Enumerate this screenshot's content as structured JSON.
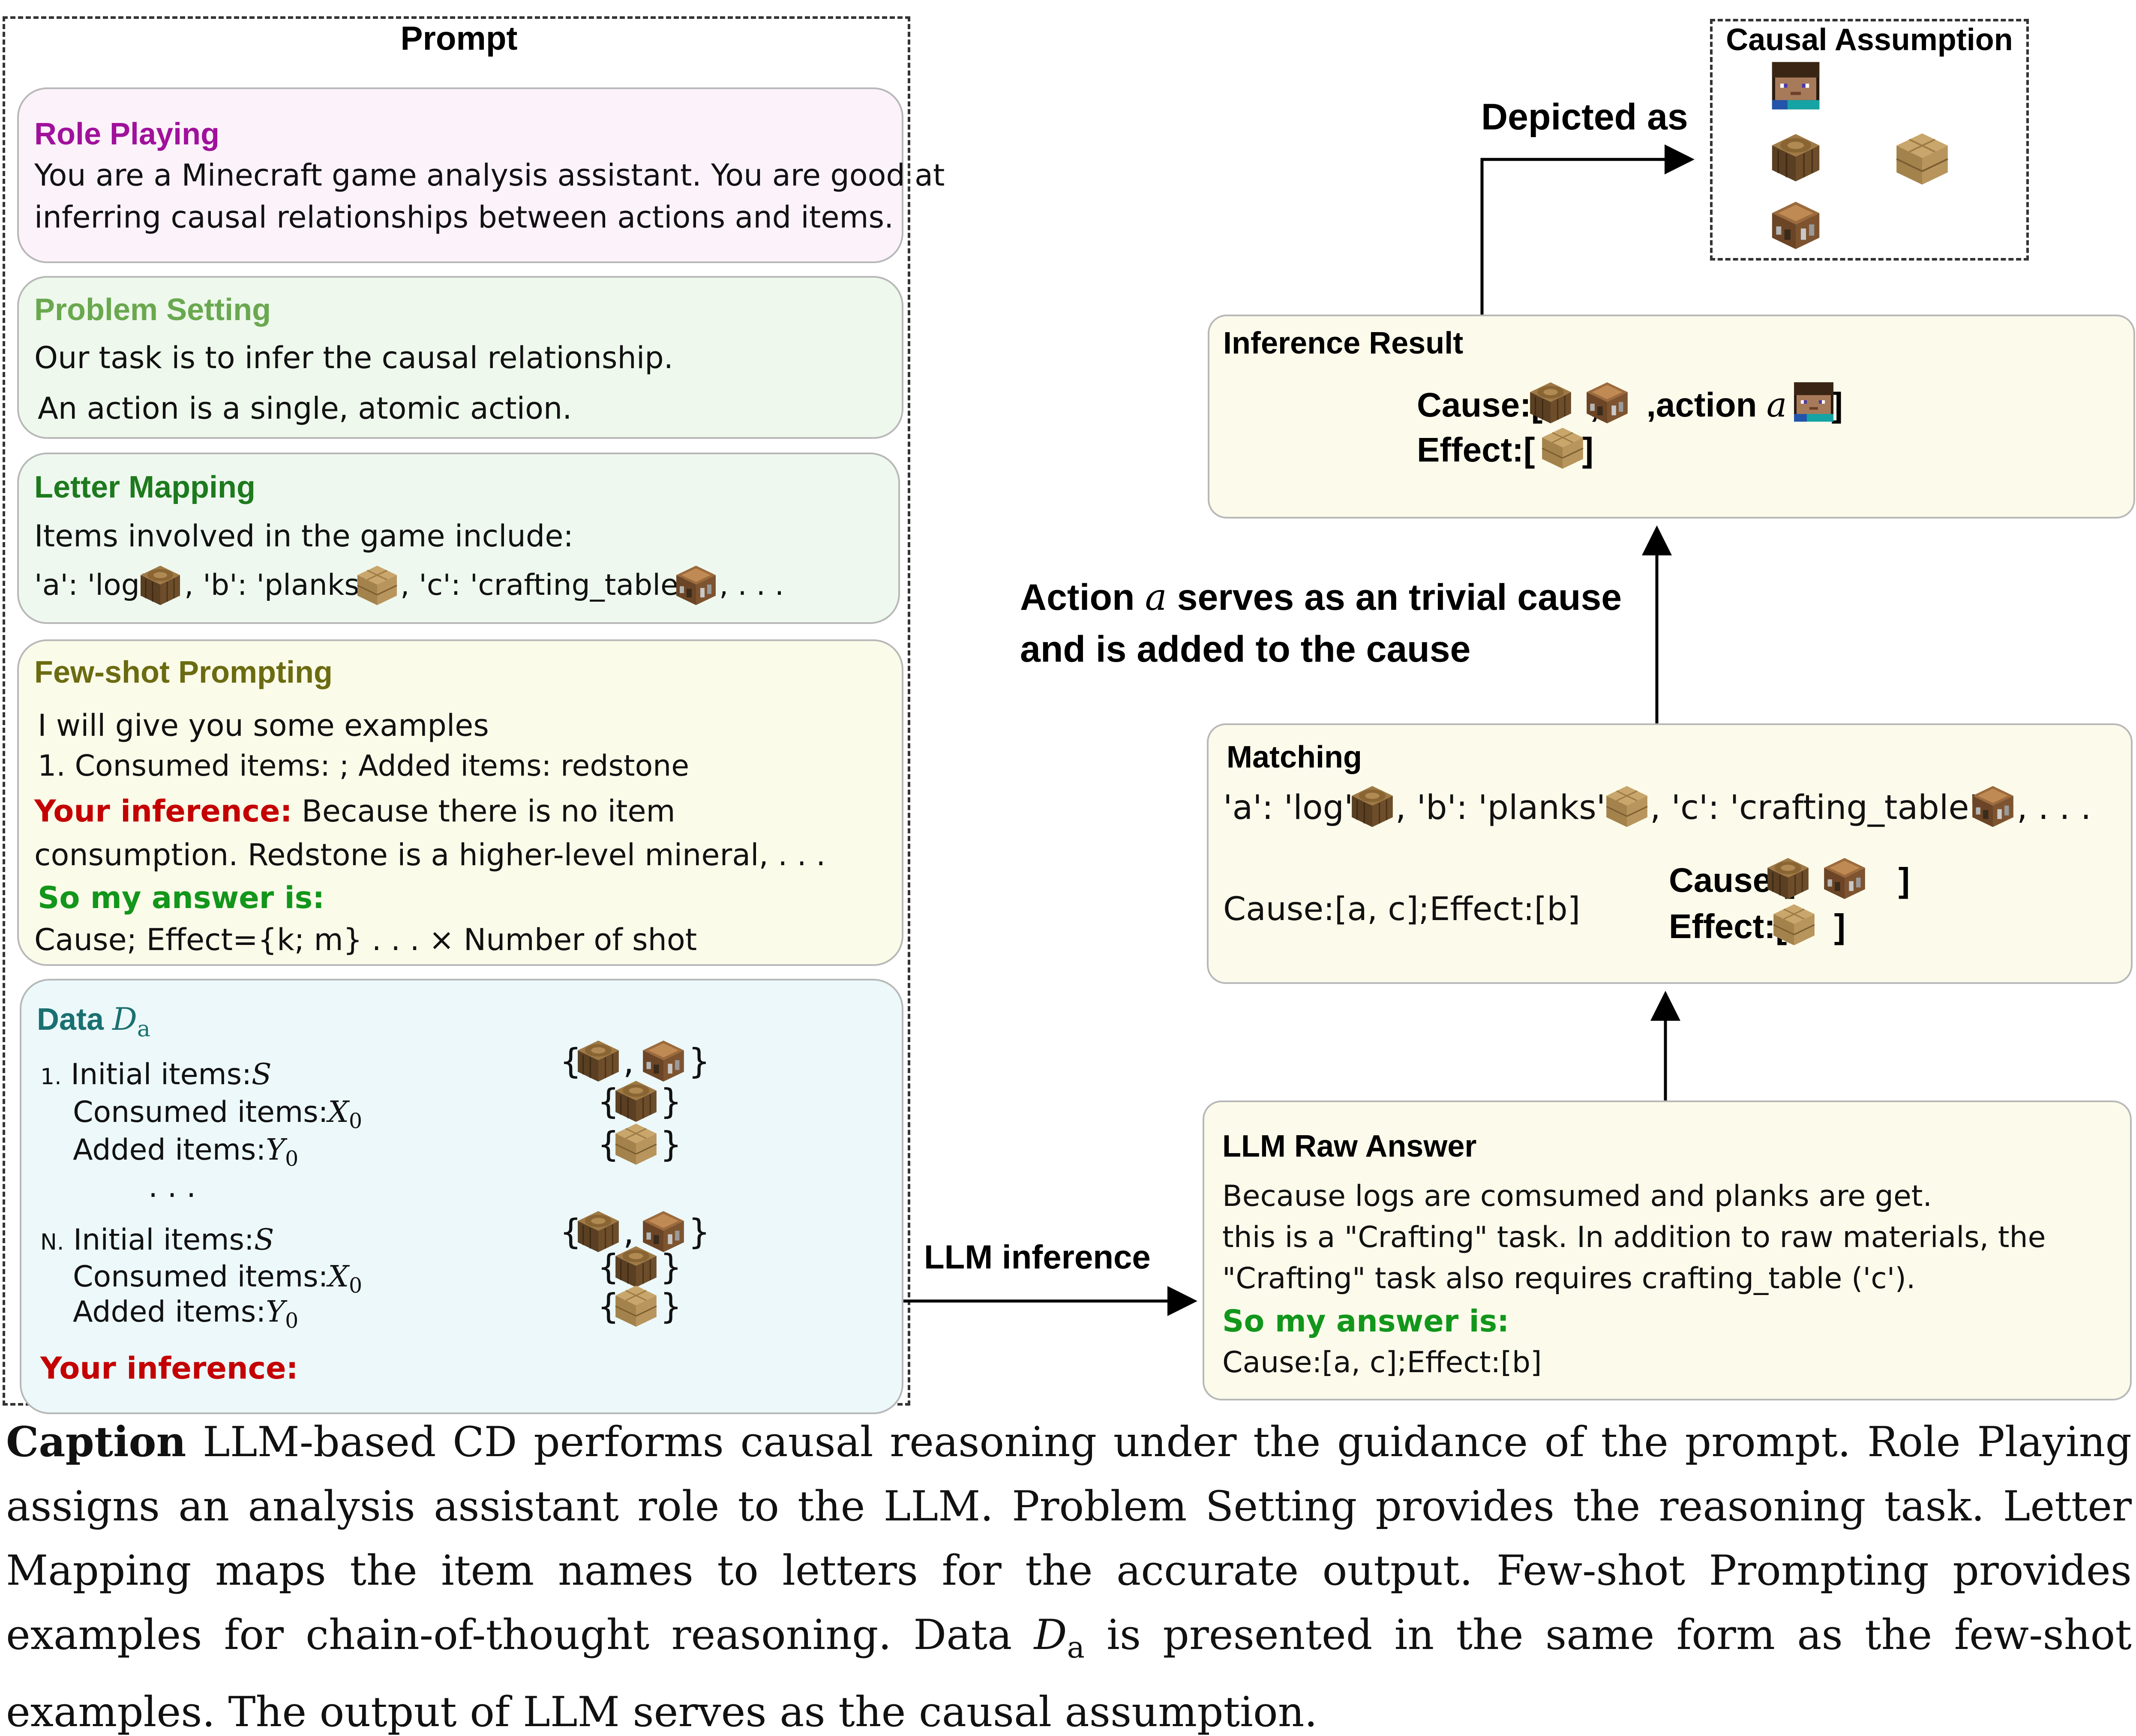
{
  "prompt": {
    "title": "Prompt",
    "role_playing": {
      "heading": "Role Playing",
      "line1": "You are a Minecraft game analysis assistant. You are good at",
      "line2": "inferring causal relationships between actions and items."
    },
    "problem_setting": {
      "heading": "Problem Setting",
      "line1": "Our task is to infer the causal relationship.",
      "line2": "An action is a single, atomic action."
    },
    "letter_mapping": {
      "heading": "Letter Mapping",
      "line1": "Items involved in the game include:",
      "map_a": "'a': 'log'",
      "map_b": ", 'b': 'planks'",
      "map_c": ", 'c': 'crafting_table'",
      "ellipsis": ", . . ."
    },
    "few_shot": {
      "heading": "Few-shot Prompting",
      "line1": "I will give you some examples",
      "line2": "1. Consumed items: ; Added items: redstone",
      "inference_label": "Your inference:",
      "inference_text": " Because there is no item",
      "line4": "consumption. Redstone is a higher-level mineral, . . .",
      "answer_label": "So my answer is:",
      "line6": "Cause; Effect={k; m} . . . × Number of shot"
    },
    "data": {
      "heading": "Data",
      "heading_var": "D",
      "heading_sub": "a",
      "first_num": "1.",
      "last_num": "N.",
      "initial_label": "Initial items:",
      "initial_var": "S",
      "consumed_label": "Consumed items:",
      "consumed_var": "X",
      "consumed_sub": "0",
      "added_label": "Added items:",
      "added_var": "Y",
      "added_sub": "0",
      "ellipsis": ". . .",
      "your_inference": "Your inference:"
    }
  },
  "llm_inference_label": "LLM inference",
  "raw_answer": {
    "heading": "LLM Raw Answer",
    "line1": "Because logs are comsumed and planks are get.",
    "line2": "this is a \"Crafting\" task. In addition to raw materials, the",
    "line3": "\"Crafting\" task also requires crafting_table ('c').",
    "answer_label": "So my answer is:",
    "answer": "Cause:[a, c];Effect:[b]"
  },
  "matching": {
    "heading": "Matching",
    "map_a": "'a': 'log'",
    "map_b": ", 'b': 'planks'",
    "map_c": ", 'c': 'crafting_table'",
    "ellipsis": ", . . .",
    "raw": "Cause:[a, c];Effect:[b]",
    "cause_open": "Cause:[",
    "effect_open": "Effect:[",
    "comma": ",",
    "close": "]"
  },
  "action_note": {
    "line1_pre": "Action ",
    "line1_var": "a",
    "line1_post": " serves as an trivial cause",
    "line2": "and is added to the cause"
  },
  "inference_result": {
    "heading": "Inference Result",
    "cause_open": "Cause:[",
    "comma": ",",
    "action_label": ",action ",
    "action_var": "a",
    "effect_open": "Effect:[",
    "close": "]"
  },
  "depicted_as": "Depicted as",
  "causal_assumption": {
    "title": "Causal Assumption"
  },
  "caption": {
    "label": "Caption",
    "text_1": "  LLM-based CD performs causal reasoning under the guidance of the prompt. Role Playing assigns an analysis assistant role to the LLM. Problem Setting provides the reasoning task. Letter Mapping maps the item names to letters for the accurate output. Few-shot Prompting provides examples for chain-of-thought reasoning. Data ",
    "var": "D",
    "sub": "a",
    "text_2": " is presented in the same form as the few-shot examples. The output of LLM serves as the causal assumption."
  },
  "colors": {
    "role_heading": "#a0119b",
    "problem_heading": "#6aa84f",
    "letter_heading": "#1d7a1d",
    "fewshot_heading": "#6b6b12",
    "data_heading": "#1a7070",
    "red": "#c40000",
    "green": "#12961b"
  },
  "icons": [
    "log-icon",
    "planks-icon",
    "crafting-table-icon",
    "steve-icon"
  ]
}
